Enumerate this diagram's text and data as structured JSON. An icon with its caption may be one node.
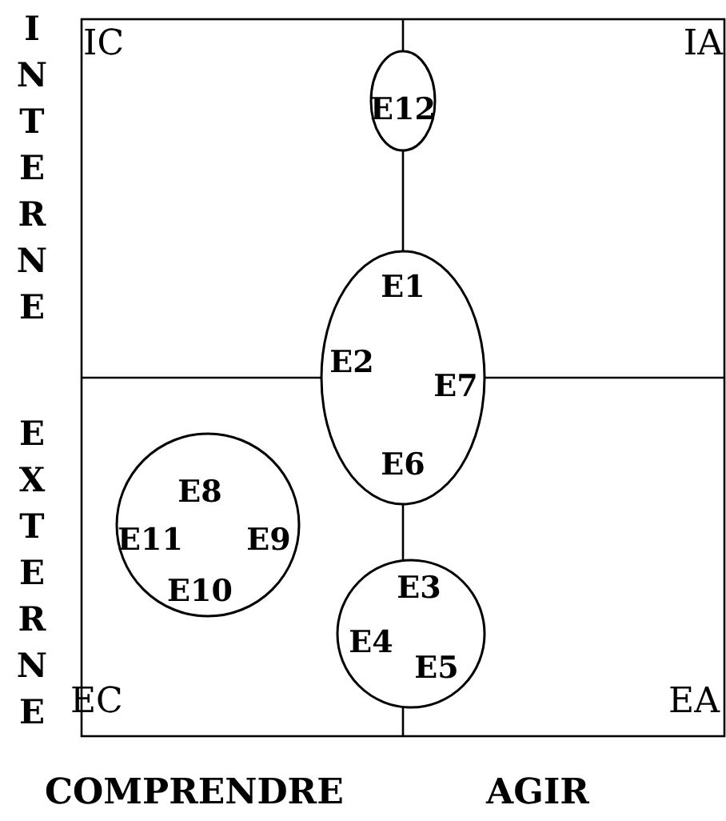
{
  "diagram": {
    "nodes": [
      {
        "text": [
          "E12"
        ]
      },
      {
        "text": [
          "E1",
          "E2",
          "E7",
          "E6"
        ]
      },
      {
        "text": [
          "E8",
          "E11",
          "E9",
          "E10"
        ]
      },
      {
        "text": [
          "E3",
          "E4",
          "E5"
        ]
      }
    ],
    "labels": [
      "INTERNE",
      "IC",
      "IA",
      "EXTERNE",
      "EC",
      "EA",
      "COMPRENDRE",
      "AGIR"
    ]
  }
}
